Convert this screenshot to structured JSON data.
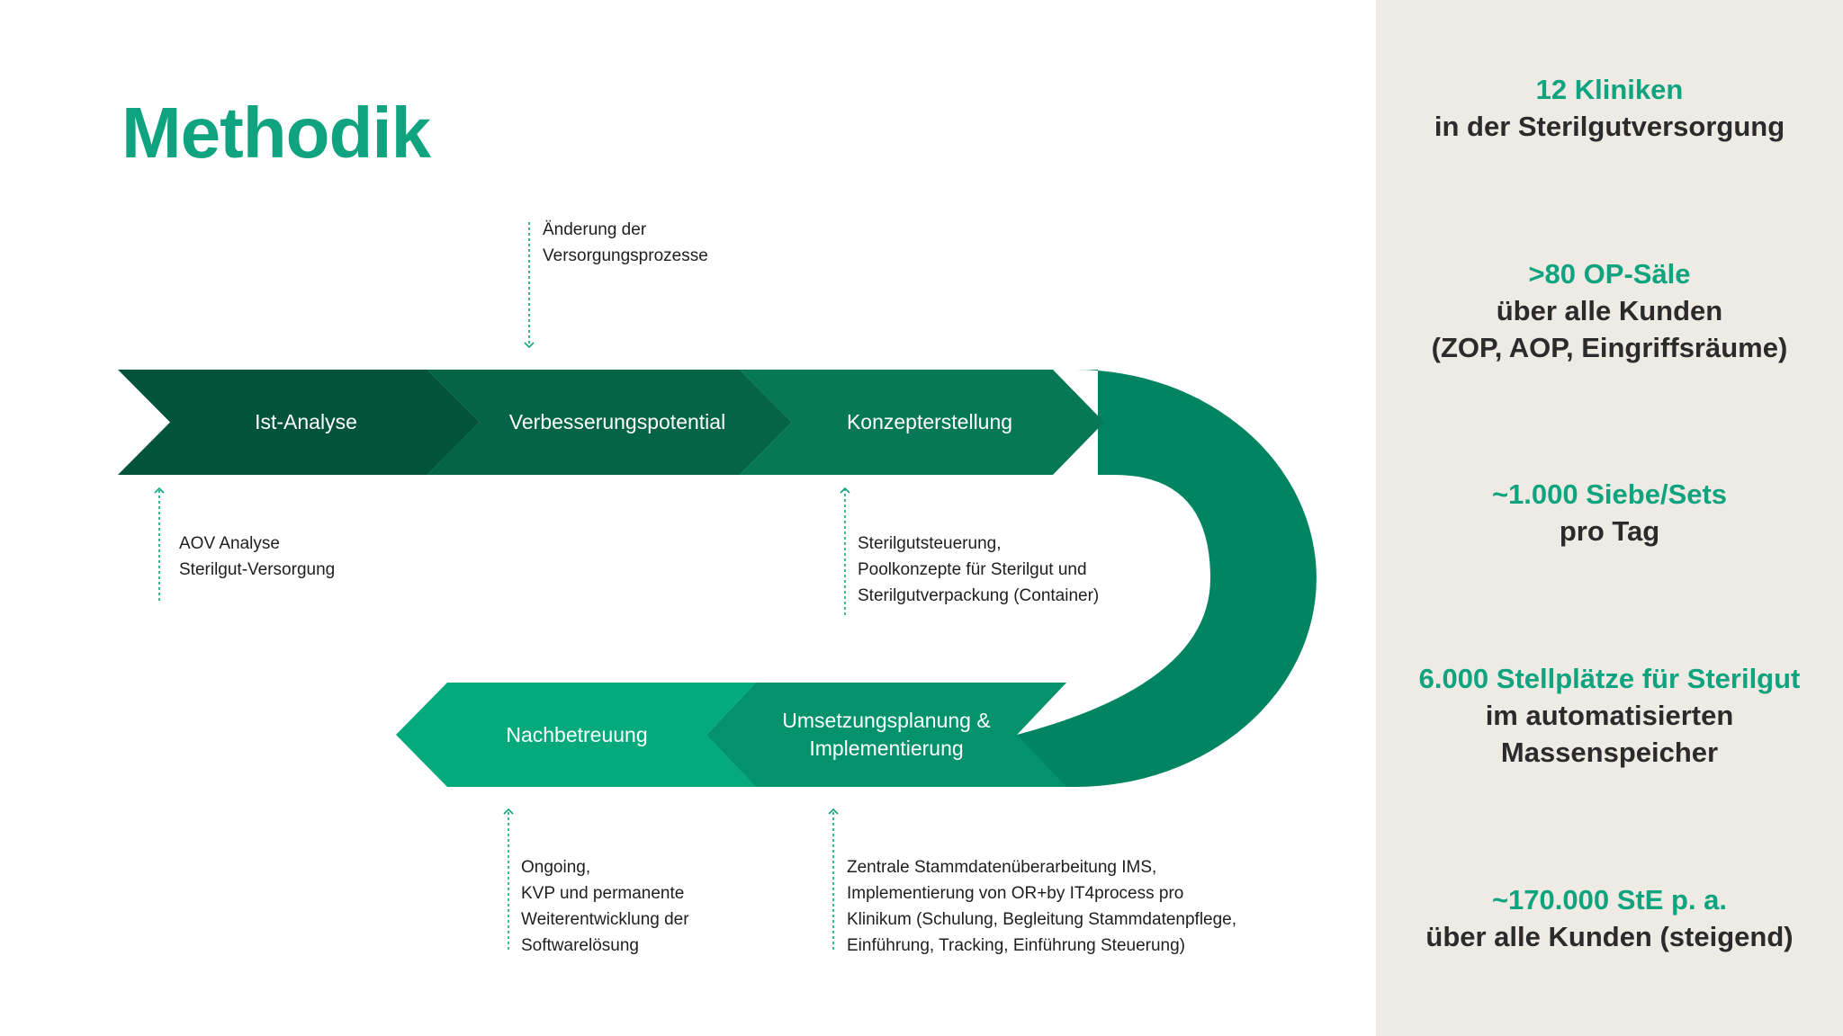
{
  "title": "Methodik",
  "colors": {
    "step1": "#02533c",
    "step2": "#036446",
    "step3": "#067856",
    "arc": "#008462",
    "step4": "#02936d",
    "step5": "#04aa7c",
    "accent": "#10a37f",
    "dashed": "#10a37f",
    "panel_bg": "#eeebe4"
  },
  "steps": {
    "ist_analyse": "Ist-Analyse",
    "verbesserung": "Verbesserungspotential",
    "konzept": "Konzepterstellung",
    "umsetzung_line1": "Umsetzungsplanung &",
    "umsetzung_line2": "Implementierung",
    "nachbetreuung": "Nachbetreuung"
  },
  "annotations": {
    "aenderung": [
      "Änderung der",
      "Versorgungsprozesse"
    ],
    "aov": [
      "AOV Analyse",
      "Sterilgut-Versorgung"
    ],
    "steuerung": [
      "Sterilgutsteuerung,",
      "Poolkonzepte für Sterilgut und",
      "Sterilgutverpackung (Container)"
    ],
    "ongoing": [
      "Ongoing,",
      "KVP und permanente",
      "Weiterentwicklung der",
      "Softwarelösung"
    ],
    "zentrale": [
      "Zentrale Stammdatenüberarbeitung IMS,",
      "Implementierung von OR+by IT4process pro",
      "Klinikum (Schulung, Begleitung Stammdatenpflege,",
      "Einführung, Tracking, Einführung Steuerung)"
    ]
  },
  "stats": [
    {
      "highlight": "12 Kliniken",
      "text": [
        "in der Sterilgutversorgung"
      ]
    },
    {
      "highlight": ">80 OP-Säle",
      "text": [
        "über alle Kunden",
        "(ZOP, AOP, Eingriffsräume)"
      ]
    },
    {
      "highlight": "~1.000 Siebe/Sets",
      "text": [
        "pro Tag"
      ]
    },
    {
      "highlight": "6.000 Stellplätze für Sterilgut",
      "text": [
        "im automatisierten",
        "Massenspeicher"
      ]
    },
    {
      "highlight": "~170.000 StE p. a.",
      "text": [
        "über alle Kunden (steigend)"
      ]
    }
  ]
}
